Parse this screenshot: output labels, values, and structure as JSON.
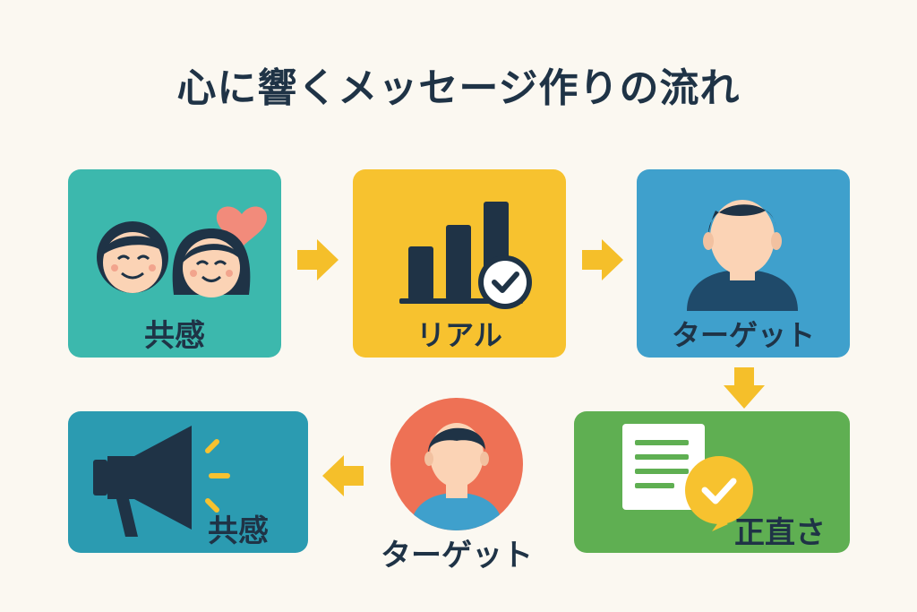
{
  "title": "心に響くメッセージ作りの流れ",
  "colors": {
    "background": "#fbf8f1",
    "teal": "#3cb8ad",
    "yellow": "#f7c22f",
    "blue": "#3fa0cc",
    "green": "#5faf52",
    "dark_teal": "#2b9bb1",
    "coral": "#ee7155",
    "arrow": "#f5bf2a",
    "ink": "#1f3346"
  },
  "steps": [
    {
      "label": "共感",
      "icon": "couple-with-heart-icon"
    },
    {
      "label": "リアル",
      "icon": "bar-chart-check-icon"
    },
    {
      "label": "ターゲット",
      "icon": "person-icon"
    },
    {
      "label": "正直さ",
      "icon": "document-check-icon"
    },
    {
      "label": "ターゲット",
      "icon": "person-circle-icon"
    },
    {
      "label": "共感",
      "icon": "megaphone-icon"
    }
  ]
}
